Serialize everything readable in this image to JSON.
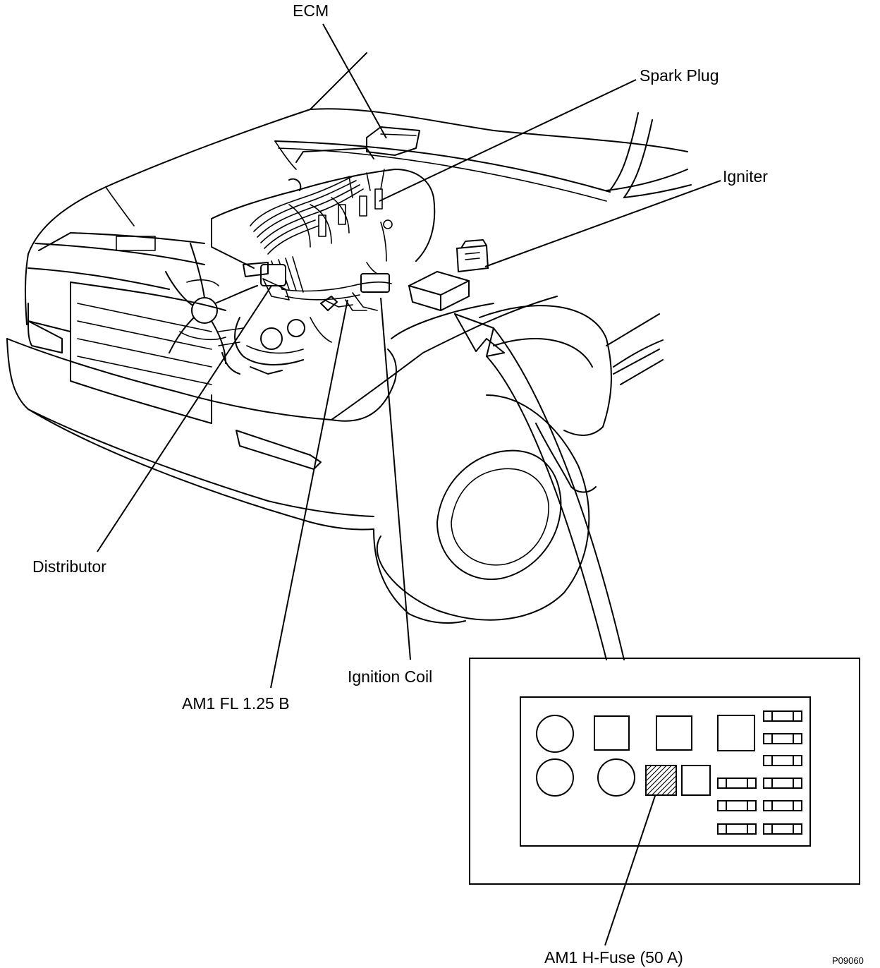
{
  "labels": {
    "ecm": "ECM",
    "spark_plug": "Spark Plug",
    "igniter": "Igniter",
    "distributor": "Distributor",
    "ignition_coil": "Ignition Coil",
    "am1_fl": "AM1 FL 1.25 B",
    "am1_hfuse": "AM1 H-Fuse (50 A)"
  },
  "figure_code": "P09060"
}
